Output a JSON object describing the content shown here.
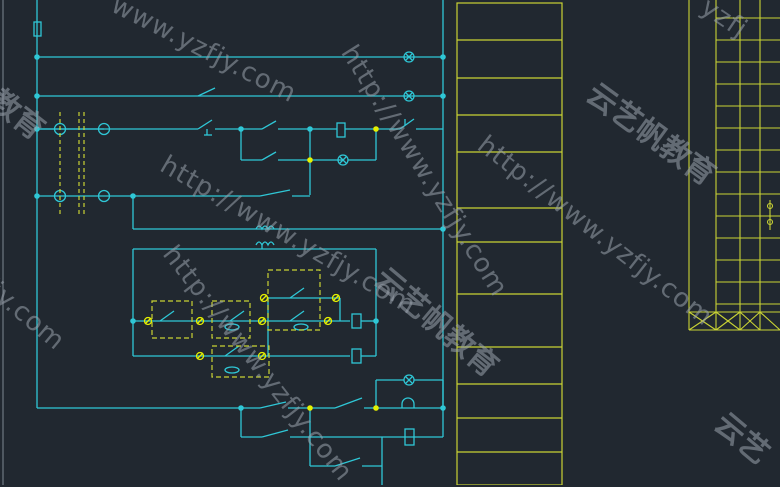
{
  "colors": {
    "background": "#212830",
    "wire": "#2fc7d6",
    "node": "#2fc7d6",
    "node_yellow": "#e5f000",
    "table_frame": "#c9d334",
    "mechanical_link": "#c9d334"
  },
  "watermark": {
    "url": "http://www.yzfjy.com",
    "url_partial_top": "www.yzfjy.com",
    "url_partial_left": "fjy.com",
    "url_partial_right": "yzfj",
    "brand": "云艺帆教育",
    "brand_partial_left": "帆教育",
    "brand_partial_right": "云艺"
  }
}
